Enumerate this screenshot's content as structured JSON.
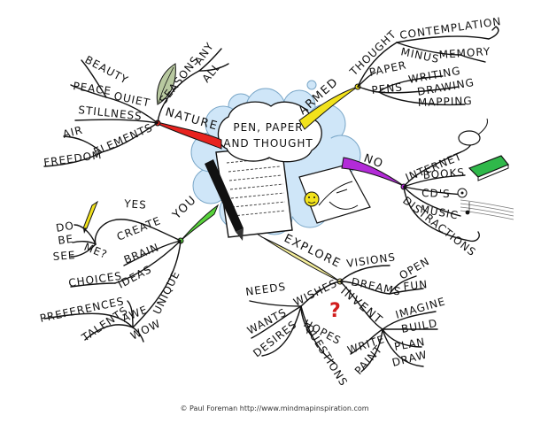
{
  "center": {
    "line1": "PEN, PAPER",
    "line2": "AND THOUGHT"
  },
  "nature": {
    "label": "NATURE",
    "words": {
      "beauty": "BEAUTY",
      "peace": "PEACE",
      "quiet": "QUIET",
      "seasons": "SEASONS",
      "any": "ANY",
      "all": "ALL",
      "stillness": "STILLNESS",
      "air": "AIR",
      "freedom": "FREEDOM",
      "elements": "ELEMENTS"
    }
  },
  "armed": {
    "label": "ARMED",
    "words": {
      "thought": "THOUGHT",
      "contemplation": "CONTEMPLATION",
      "minus": "MINUS",
      "memory": "MEMORY",
      "paper": "PAPER",
      "pens": "PENS",
      "writing": "WRITING",
      "drawing": "DRAWING",
      "mapping": "MAPPING"
    }
  },
  "no": {
    "label": "NO",
    "words": {
      "internet": "INTERNET",
      "books": "BOOKS",
      "cds": "CD'S",
      "music": "MUSIC",
      "distractions": "DISTRACTIONS"
    }
  },
  "you": {
    "label": "YOU",
    "words": {
      "yes": "YES",
      "do": "DO",
      "be": "BE",
      "see": "SEE",
      "me": "ME?",
      "create": "CREATE",
      "brain": "BRAIN",
      "choices": "CHOICES",
      "ideas": "IDEAS",
      "preferences": "PREFERENCES",
      "talents": "TALENTS",
      "awe": "AWE",
      "unique": "UNIQUE",
      "wow": "WOW"
    }
  },
  "explore": {
    "label": "EXPLORE",
    "words": {
      "visions": "VISIONS",
      "dreams": "DREAMS",
      "open": "OPEN",
      "fun": "FUN",
      "needs": "NEEDS",
      "wishes": "WISHES",
      "wants": "WANTS",
      "hopes": "HOPES",
      "desires": "DESIRES",
      "questions": "QUESTIONS",
      "invent": "INVENT",
      "imagine": "IMAGINE",
      "build": "BUILD",
      "write": "WRITE",
      "plan": "PLAN",
      "paint": "PAINT",
      "draw": "DRAW"
    }
  },
  "credit": "© Paul Foreman http://www.mindmapinspiration.com",
  "colors": {
    "nature": "#e8231f",
    "armed": "#f2e21c",
    "no": "#b32bd8",
    "you": "#58d23b",
    "explore": "#f5ee9a",
    "cloud": "#cfe6f8",
    "book": "#2fb84a"
  }
}
